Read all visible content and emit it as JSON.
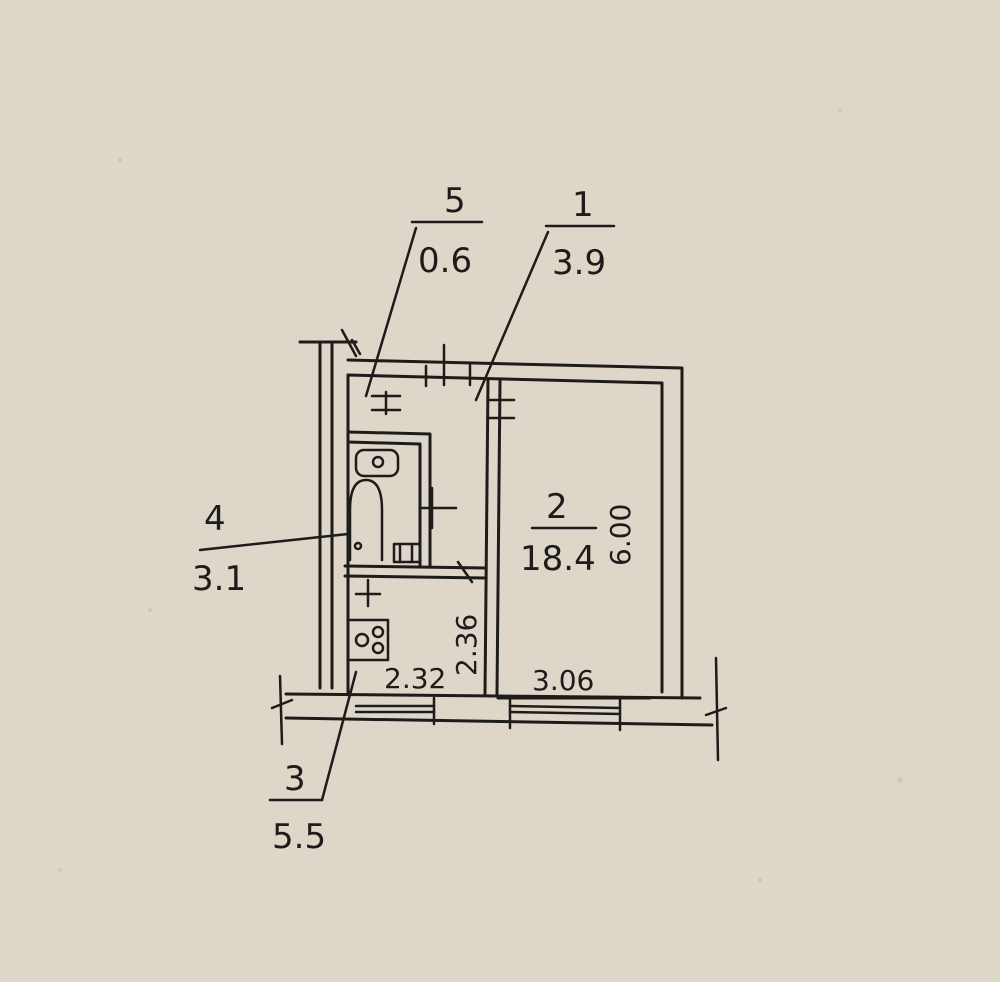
{
  "rooms": [
    {
      "number": "1",
      "area": "3.9"
    },
    {
      "number": "2",
      "area": "18.4"
    },
    {
      "number": "3",
      "area": "5.5"
    },
    {
      "number": "4",
      "area": "3.1"
    },
    {
      "number": "5",
      "area": "0.6"
    }
  ],
  "dimensions": {
    "kitchen_width": "2.32",
    "kitchen_depth": "2.36",
    "room_width": "3.06",
    "room_length": "6.00"
  },
  "colors": {
    "paper": "#ddd6c9",
    "ink": "#1d1c1a"
  }
}
